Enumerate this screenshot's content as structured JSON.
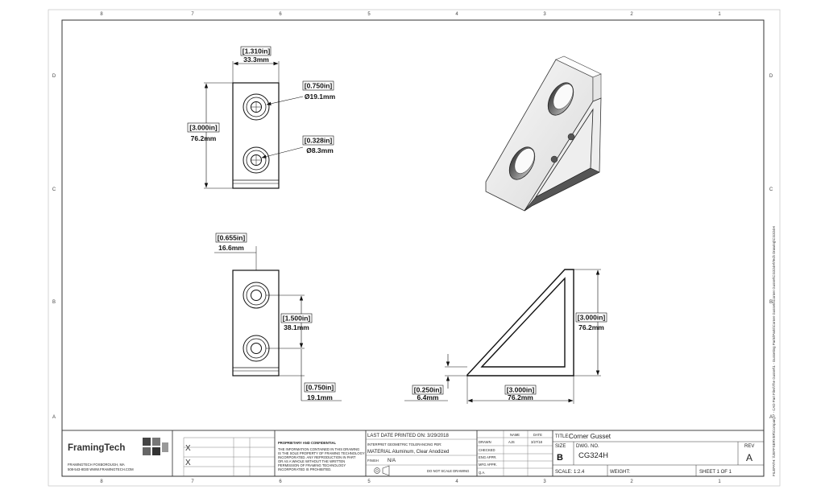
{
  "zones": {
    "columns": [
      "8",
      "7",
      "6",
      "5",
      "4",
      "3",
      "2",
      "1"
    ],
    "rows": [
      "D",
      "C",
      "B",
      "A"
    ]
  },
  "views": {
    "front": {
      "width_in": "[1.310in]",
      "width_mm": "33.3mm",
      "height_in": "[3.000in]",
      "height_mm": "76.2mm",
      "hole_large_in": "[0.750in]",
      "hole_large_mm": "Ø19.1mm",
      "hole_small_in": "[0.328in]",
      "hole_small_mm": "Ø8.3mm"
    },
    "rear": {
      "offset_in": "[0.655in]",
      "offset_mm": "16.6mm",
      "spacing_in": "[1.500in]",
      "spacing_mm": "38.1mm",
      "bottom_in": "[0.750in]",
      "bottom_mm": "19.1mm"
    },
    "side": {
      "height_in": "[3.000in]",
      "height_mm": "76.2mm",
      "thickness_in": "[0.250in]",
      "thickness_mm": "6.4mm",
      "base_in": "[3.000in]",
      "base_mm": "76.2mm"
    }
  },
  "title_block": {
    "logo": "FramingTech",
    "company_line1": "FRAMINGTECH  FOXBOROUGH, MA",
    "company_line2": "508-543-8030  WWW.FRAMINGTECH.COM",
    "proprietary_heading": "PROPRIETARY AND CONFIDENTIAL",
    "proprietary_text": [
      "THE INFORMATION CONTAINED IN THIS DRAWING",
      "IS THE SOLE PROPERTY OF FRAMING TECHNOLOGY",
      "INCORPORATED. ANY REPRODUCTION IN PART",
      "OR AS A WHOLE WITHOUT THE WRITTEN",
      "PERMISSION OF FRAMING TECHNOLOGY",
      "INCORPORATED IS PROHIBITED."
    ],
    "last_printed": "LAST DATE PRINTED ON: 3/29/2018",
    "interpret": "INTERPRET GEOMETRIC TOLERANCING PER:",
    "material": "MATERIAL Aluminum, Clear Anodized",
    "finish_label": "FINISH",
    "finish": "N/A",
    "drawn": "DRAWN",
    "checked": "CHECKED",
    "eng_appr": "ENG APPR.",
    "mfg_appr": "MFG APPR.",
    "qa": "Q.A.",
    "name_header": "NAME",
    "date_header": "DATE",
    "drawn_name": "AJS",
    "drawn_date": "3/27/18",
    "do_not_scale": "DO NOT SCALE DRAWING",
    "title_label": "TITLE:",
    "title": "Corner Gusset",
    "size_label": "SIZE",
    "size": "B",
    "dwg_label": "DWG.  NO.",
    "dwg": "CG324H",
    "rev_label": "REV",
    "rev": "A",
    "scale": "SCALE: 1:2.4",
    "weight": "WEIGHT:",
    "sheet": "SHEET 1 OF 1"
  },
  "file_path": "FILEPATH: \\\\JEFFSERVER\\Company\\7 - CAD Part Files\\The Gusset\\1 - Gusseting Parts\\Parts\\Corner Gussets\\Corner Gusset\\CG324H\\Tech Drawing\\CG324H"
}
